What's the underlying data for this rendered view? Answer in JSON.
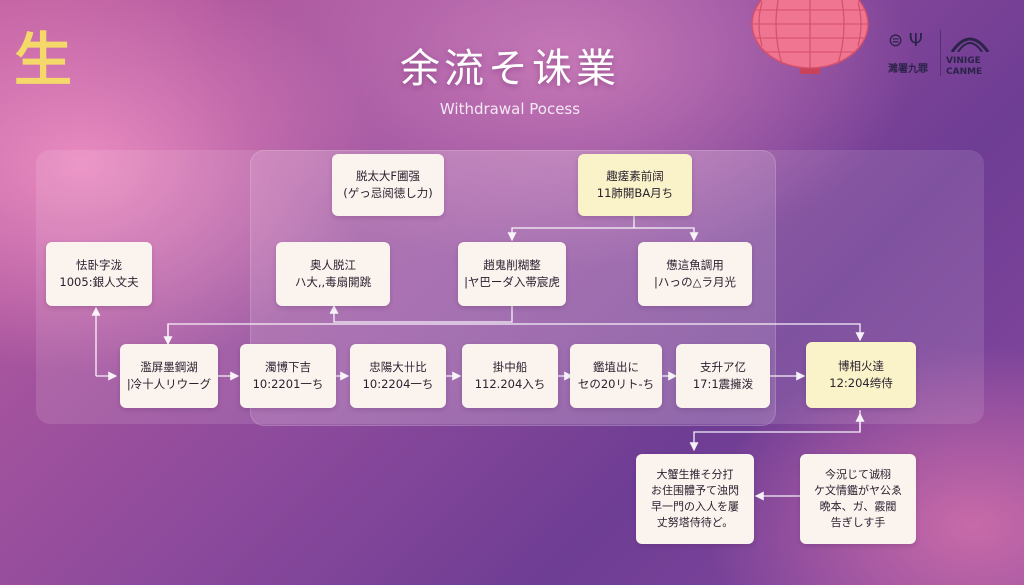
{
  "header": {
    "logo_glyph": "生",
    "title": "余流そ诛業",
    "subtitle": "Withdrawal Pocess",
    "lantern_icon": "lantern-icon"
  },
  "brand": {
    "mark": "⊜ Ψ",
    "left_text": "濉署九罪",
    "right_line1": "VINIGE",
    "right_line2": "CANME"
  },
  "nodes": [
    {
      "id": "top-left",
      "line1": "脱太大F圃强",
      "line2": "(ゲっ忌阅徳し力)",
      "hl": false
    },
    {
      "id": "top-right",
      "line1": "趣瘥素前阔",
      "line2": "11肺開BA月ち",
      "hl": true
    },
    {
      "id": "left",
      "line1": "怯卧字泷",
      "line2": "1005:銀人文夫",
      "hl": false
    },
    {
      "id": "mid-1",
      "line1": "奥人脱江",
      "line2": "ハ大,,毒扇開跳",
      "hl": false
    },
    {
      "id": "mid-2",
      "line1": "趙鬼削糊整",
      "line2": "|ヤ巴ーダ入帯宸虎",
      "hl": false
    },
    {
      "id": "mid-3",
      "line1": "憊這魚調用",
      "line2": "|ハっの△ラ月光",
      "hl": false
    },
    {
      "id": "row-1",
      "line1": "濫屏墨鋼湖",
      "line2": "|冷十人リウーグ",
      "hl": false
    },
    {
      "id": "row-2",
      "line1": "濁博下吉",
      "line2": "10:2201一ち",
      "hl": false
    },
    {
      "id": "row-3",
      "line1": "忠陽大卄比",
      "line2": "10:2204一ち",
      "hl": false
    },
    {
      "id": "row-4",
      "line1": "掛中船",
      "line2": "112.204入ち",
      "hl": false
    },
    {
      "id": "row-5",
      "line1": "鑑埴出に",
      "line2": "セの20リト-ち",
      "hl": false
    },
    {
      "id": "row-6",
      "line1": "支升ア亿",
      "line2": "17:1震擁泼",
      "hl": false
    },
    {
      "id": "row-7",
      "line1": "博相火達",
      "line2": "12:204绔侍",
      "hl": true
    },
    {
      "id": "bottom-left",
      "line1": "大蟹生推そ分打",
      "line2": "お住围體予て浊閃",
      "line3": "早一門の入人を屢",
      "line4": "丈努塔侍待ど。",
      "hl": false
    },
    {
      "id": "bottom-right",
      "line1": "今況じて诚栩",
      "line2": "ケ文情鑑がヤ公ゑ",
      "line3": "晩本、ガ、霰閥",
      "line4": "告ぎしす手",
      "hl": false
    }
  ]
}
